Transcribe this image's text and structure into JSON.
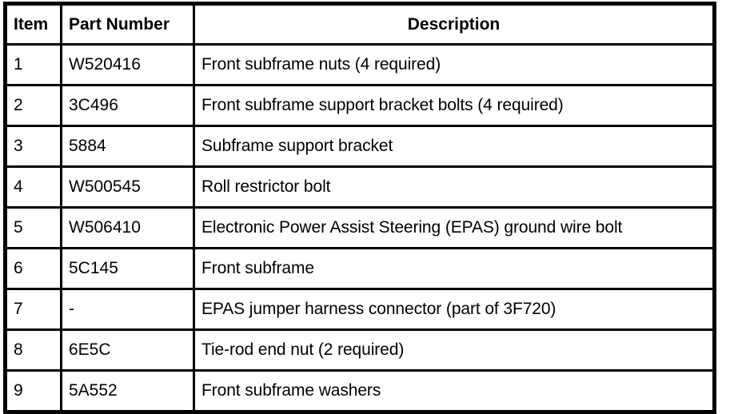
{
  "table": {
    "columns": [
      {
        "key": "item",
        "label": "Item"
      },
      {
        "key": "part_number",
        "label": "Part Number"
      },
      {
        "key": "description",
        "label": "Description"
      }
    ],
    "rows": [
      {
        "item": "1",
        "part_number": "W520416",
        "description": "Front subframe nuts (4 required)"
      },
      {
        "item": "2",
        "part_number": "3C496",
        "description": "Front subframe support bracket bolts (4 required)"
      },
      {
        "item": "3",
        "part_number": "5884",
        "description": "Subframe support bracket"
      },
      {
        "item": "4",
        "part_number": "W500545",
        "description": "Roll restrictor bolt"
      },
      {
        "item": "5",
        "part_number": "W506410",
        "description": "Electronic Power Assist Steering (EPAS) ground wire bolt"
      },
      {
        "item": "6",
        "part_number": "5C145",
        "description": "Front subframe"
      },
      {
        "item": "7",
        "part_number": "-",
        "description": "EPAS jumper harness connector (part of 3F720)"
      },
      {
        "item": "8",
        "part_number": "6E5C",
        "description": "Tie-rod end nut (2 required)"
      },
      {
        "item": "9",
        "part_number": "5A552",
        "description": "Front subframe washers"
      }
    ]
  },
  "style": {
    "border_color": "#000000",
    "background_color": "#ffffff",
    "text_color": "#000000"
  }
}
